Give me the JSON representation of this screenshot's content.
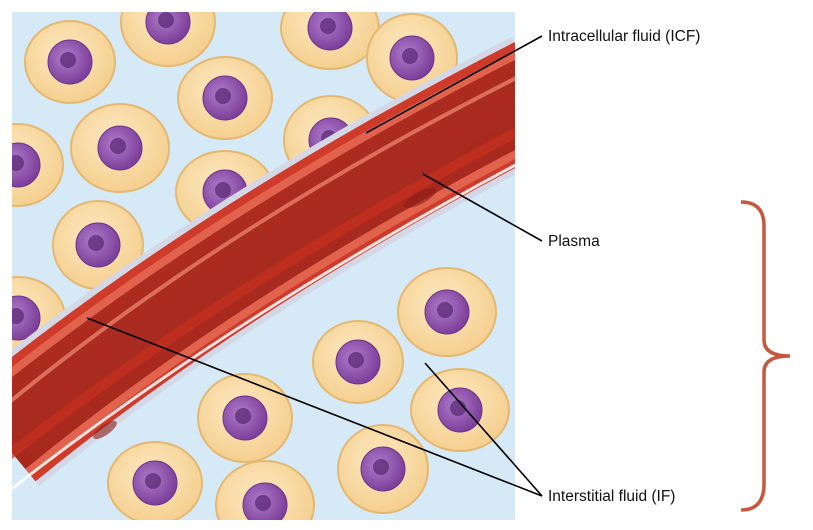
{
  "labels": {
    "icf": "Intracellular fluid (ICF)",
    "plasma": "Plasma",
    "if": "Interstitial fluid (IF)"
  },
  "colors": {
    "tissue_background": "#d6e9f6",
    "cell_body": "#f8d9a2",
    "cell_outline": "#e3b872",
    "nucleus": "#8f52ad",
    "vessel_wall": "#cf3b2b",
    "vessel_lumen": "#a8281e",
    "bracket": "#c8573f",
    "leader_line": "#000000"
  }
}
